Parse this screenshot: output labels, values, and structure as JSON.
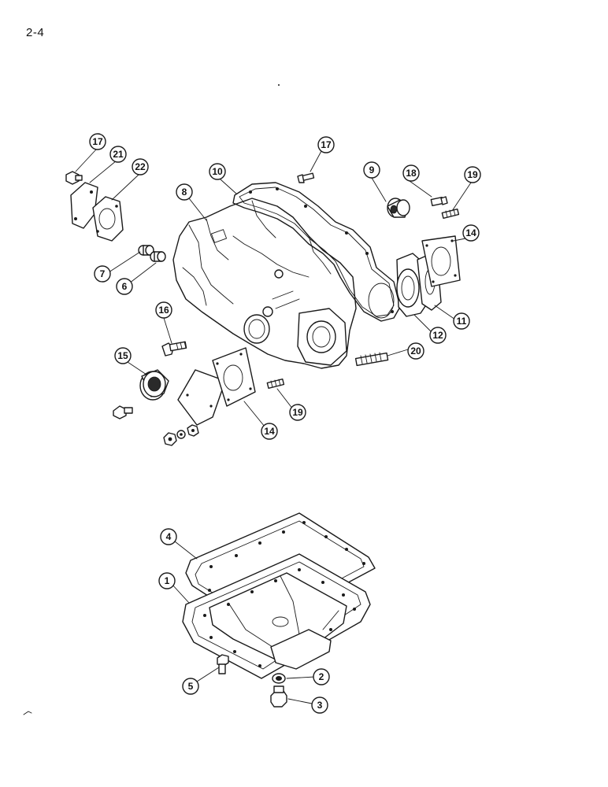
{
  "page_number": "2-4",
  "callouts": {
    "c1": "1",
    "c2": "2",
    "c3": "3",
    "c4": "4",
    "c5": "5",
    "c6": "6",
    "c7": "7",
    "c8": "8",
    "c9": "9",
    "c10": "10",
    "c11": "11",
    "c12": "12",
    "c14a": "14",
    "c14b": "14",
    "c15": "15",
    "c16": "16",
    "c17a": "17",
    "c17b": "17",
    "c18": "18",
    "c19a": "19",
    "c19b": "19",
    "c20": "20",
    "c21": "21",
    "c22": "22"
  }
}
